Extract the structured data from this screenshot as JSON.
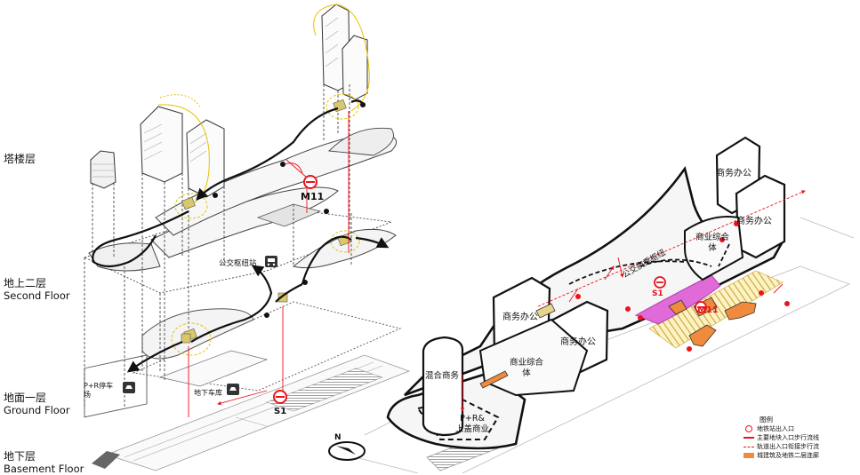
{
  "floors": [
    {
      "cn": "塔楼层",
      "en": ""
    },
    {
      "cn": "地上二层",
      "en": "Second Floor"
    },
    {
      "cn": "地面一层",
      "en": "Ground Floor"
    },
    {
      "cn": "地下层",
      "en": "Basement  Floor"
    }
  ],
  "left": {
    "m11": "M11",
    "s1": "S1",
    "bus_hub": "公交枢纽站",
    "pr_parking": "P+R停车\n场",
    "underground_garage": "地下车库"
  },
  "right": {
    "office_a": "商务办公",
    "office_b": "商务办公",
    "office_c": "商务办公",
    "office_d": "商务办公",
    "mixed_a": "商业综合\n体",
    "mixed_b": "商业综合\n体",
    "mixed_c": "混合商务",
    "transfer": "公交换乘枢纽",
    "s1": "S1",
    "m11": "M11",
    "pr": "P+R&\n上盖商业"
  },
  "compass": "N",
  "legend": {
    "title": "图例",
    "items": [
      {
        "label": "地铁站出入口",
        "color": "#e8141c",
        "kind": "station"
      },
      {
        "label": "主要地块入口步行流线",
        "color": "#e8141c",
        "kind": "arrow"
      },
      {
        "label": "轨道出入口衔接步行流",
        "color": "#e8141c",
        "kind": "dash"
      },
      {
        "label": "城建筑及地铁二层连廊",
        "color": "#f08a3c",
        "kind": "bar"
      }
    ]
  }
}
